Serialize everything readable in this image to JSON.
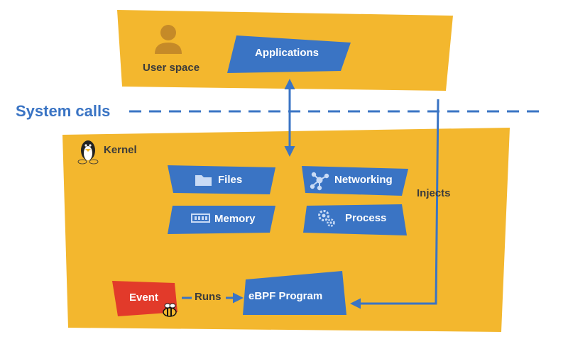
{
  "user_space": {
    "label": "User space",
    "applications_label": "Applications"
  },
  "system_calls_label": "System calls",
  "kernel": {
    "label": "Kernel",
    "subsystems": [
      {
        "label": "Files",
        "icon": "folder-icon"
      },
      {
        "label": "Networking",
        "icon": "network-icon"
      },
      {
        "label": "Memory",
        "icon": "memory-chip-icon"
      },
      {
        "label": "Process",
        "icon": "gears-icon"
      }
    ],
    "event_label": "Event",
    "runs_label": "Runs",
    "ebpf_label": "eBPF Program",
    "injects_label": "Injects"
  },
  "colors": {
    "panel_yellow": "#f3b72e",
    "box_blue": "#3a74c4",
    "event_red": "#e23a2a",
    "text_dark": "#3b3b3b",
    "user_icon": "#c58a28"
  }
}
